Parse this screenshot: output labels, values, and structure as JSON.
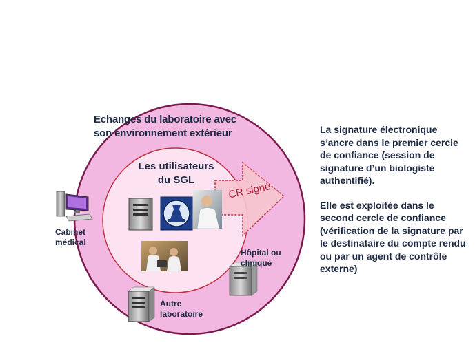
{
  "outer_circle": {
    "title_lines": [
      "Echanges du laboratoire avec",
      "son environnement  extérieur"
    ],
    "color": "#f2b8e2"
  },
  "inner_circle": {
    "title_lines": [
      "Les utilisateurs",
      "du SGL"
    ],
    "color": "#fde2f1"
  },
  "arrow": {
    "label": "CR signé",
    "color": "#f6c4cf"
  },
  "nodes": [
    {
      "id": "cabinet",
      "label_lines": [
        "Cabinet",
        "médical"
      ],
      "icon": "computer-icon"
    },
    {
      "id": "hopital",
      "label_lines": [
        "Hôpital ou",
        "clinique"
      ],
      "icon": "server-icon"
    },
    {
      "id": "autre",
      "label_lines": [
        "Autre",
        "laboratoire"
      ],
      "icon": "server-icon"
    }
  ],
  "inner_icons": [
    "server-icon",
    "microscope-logo-icon",
    "biologist-photo",
    "lab-workers-photo"
  ],
  "side_text": {
    "paragraph1": "La signature électronique s’ancre dans le premier cercle de confiance (session de signature d’un biologiste authentifié).",
    "paragraph2": "Elle est exploitée dans le second cercle de confiance (vérification de la signature par le destinataire du compte rendu ou par un agent de contrôle externe)"
  },
  "colors": {
    "text": "#1f2a44",
    "arrow_text": "#b0203a",
    "outer_stroke": "#7a1a4a"
  }
}
